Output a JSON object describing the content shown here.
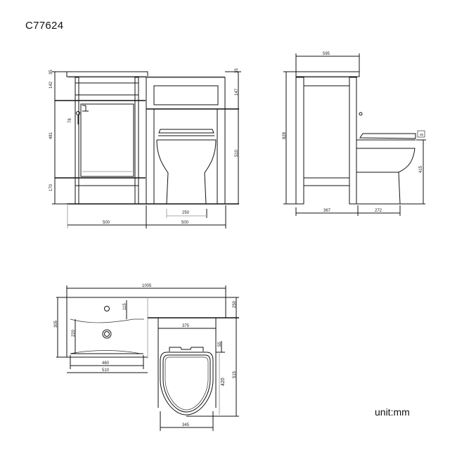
{
  "product_code": "C77624",
  "unit_label": "unit:mm",
  "front_view": {
    "heights_left": [
      "35",
      "142",
      "481",
      "170"
    ],
    "heights_right": [
      "35",
      "147",
      "510"
    ],
    "handle_offset": "78",
    "widths": {
      "vanity": "500",
      "wc_unit": "500",
      "pan_base": "250"
    }
  },
  "side_view": {
    "top_depth": "595",
    "total_height": "828",
    "frame_depth": "367",
    "pan_depth": "272",
    "pan_lip": "35",
    "pan_height": "415"
  },
  "top_view": {
    "total_width": "1005",
    "basin_depth": "305",
    "tap_hole_offset": "115",
    "bowl_depth": "220",
    "basin_inner_width": "460",
    "basin_outer_width": "510",
    "wc_depth": "250",
    "cistern_width": "375",
    "seat_gap": "55",
    "seat_length": "420",
    "pan_projection": "515",
    "seat_width": "345"
  }
}
